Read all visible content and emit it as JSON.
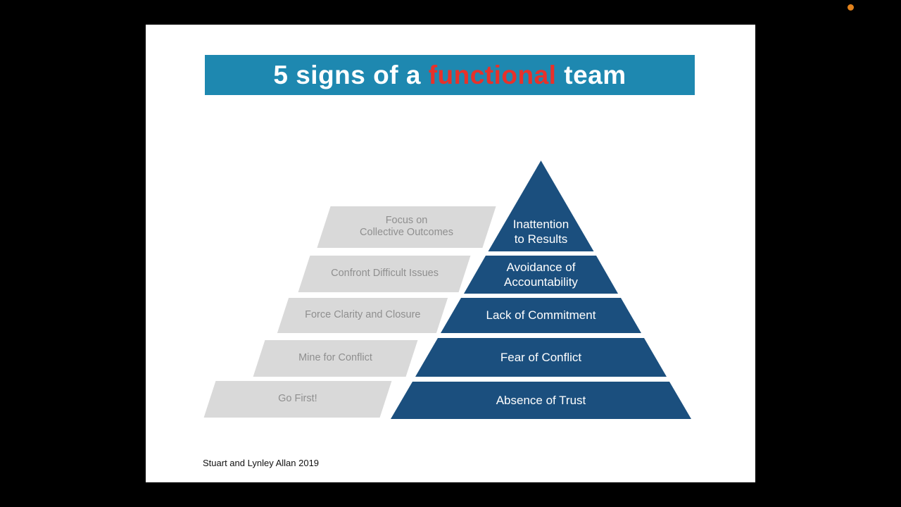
{
  "title": {
    "prefix": "5 signs of a ",
    "highlight": "functional",
    "suffix": " team"
  },
  "pyramid": {
    "levels": [
      {
        "dysfunction": "Inattention\nto Results",
        "action": "Focus on\nCollective Outcomes"
      },
      {
        "dysfunction": "Avoidance of\nAccountability",
        "action": "Confront Difficult Issues"
      },
      {
        "dysfunction": "Lack of Commitment",
        "action": "Force Clarity and Closure"
      },
      {
        "dysfunction": "Fear of Conflict",
        "action": "Mine for Conflict"
      },
      {
        "dysfunction": "Absence of Trust",
        "action": "Go First!"
      }
    ]
  },
  "footer": "Stuart and Lynley Allan 2019",
  "colors": {
    "banner-bg": "#1e88b0",
    "title-highlight": "#e8312a",
    "pyramid-fill": "#1b4f7e",
    "strip-bg": "#d9d9d9",
    "strip-text": "#8f8f8f",
    "rec-dot": "#e2821c"
  }
}
